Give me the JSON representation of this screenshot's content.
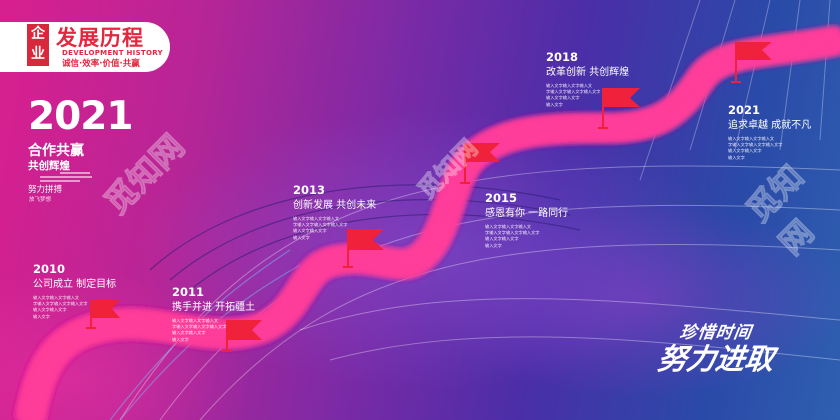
{
  "header": {
    "seal_chars": [
      "企",
      "业"
    ],
    "title": "发展历程",
    "subtitle_en": "DEVELOPMENT HISTORY",
    "slogan": "诚信·效率·价值·共赢"
  },
  "hero": {
    "year": "2021",
    "line1": "合作共赢",
    "line2": "共创辉煌",
    "tag": "努力拼搏",
    "tag_sub": "放飞梦想"
  },
  "milestones": [
    {
      "year": "2010",
      "title": "公司成立 制定目标",
      "placeholder": [
        "输入文字输入文字输入文",
        "字输入文字输入文字输入文字",
        "输入文字输入文字",
        "输入文字"
      ]
    },
    {
      "year": "2011",
      "title": "携手并进 开拓疆土",
      "placeholder": [
        "输入文字输入文字输入文",
        "字输入文字输入文字输入文字",
        "输入文字输入文字",
        "输入文字"
      ]
    },
    {
      "year": "2013",
      "title": "创新发展 共创未来",
      "placeholder": [
        "输入文字输入文字输入文",
        "字输入文字输入文字输入文字",
        "输入文字输入文字",
        "输入文字"
      ]
    },
    {
      "year": "2015",
      "title": "感恩有你 一路同行",
      "placeholder": [
        "输入文字输入文字输入文",
        "字输入文字输入文字输入文字",
        "输入文字输入文字",
        "输入文字"
      ]
    },
    {
      "year": "2018",
      "title": "改革创新 共创辉煌",
      "placeholder": [
        "输入文字输入文字输入文",
        "字输入文字输入文字输入文字",
        "输入文字输入文字",
        "输入文字"
      ]
    },
    {
      "year": "2021",
      "title": "追求卓越 成就不凡",
      "placeholder": [
        "输入文字输入文字输入文",
        "字输入文字输入文字输入文字",
        "输入文字输入文字",
        "输入文字"
      ]
    }
  ],
  "slogan": {
    "line1": "珍惜时间",
    "line2": "努力进取"
  },
  "watermark": "觅知网",
  "colors": {
    "accent_red": "#f0213a",
    "header_red": "#e3273f",
    "road_glow": "#ff3c9a",
    "bg_left": "#d91f8f",
    "bg_right": "#2f5fb0"
  }
}
